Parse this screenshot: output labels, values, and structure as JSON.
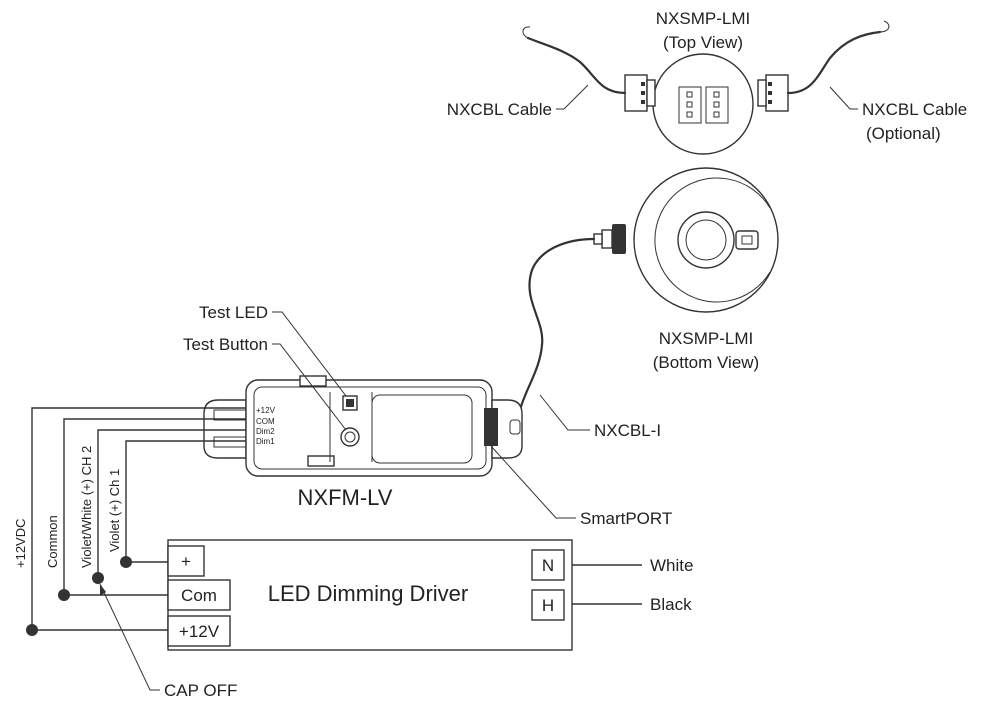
{
  "labels": {
    "top_title_1": "NXSMP-LMI",
    "top_title_2": "(Top View)",
    "cable_left": "NXCBL Cable",
    "cable_right_1": "NXCBL Cable",
    "cable_right_2": "(Optional)",
    "bottom_title_1": "NXSMP-LMI",
    "bottom_title_2": "(Bottom View)",
    "test_led": "Test LED",
    "test_button": "Test Button",
    "nxcbl_i": "NXCBL-I",
    "smartport": "SmartPORT",
    "module_name": "NXFM-LV",
    "pin_12v": "+12V",
    "pin_com": "COM",
    "pin_dim2": "Dim2",
    "pin_dim1": "Dim1",
    "wire_12vdc": "+12VDC",
    "wire_common": "Common",
    "wire_violet_white": "Violet/White (+)  CH 2",
    "wire_violet": "Violet (+) Ch 1",
    "driver_name": "LED Dimming Driver",
    "term_plus": "+",
    "term_com": "Com",
    "term_12v": "+12V",
    "term_n": "N",
    "term_h": "H",
    "white": "White",
    "black": "Black",
    "cap_off": "CAP OFF"
  }
}
